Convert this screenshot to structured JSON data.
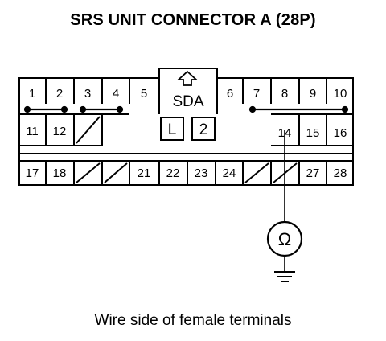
{
  "diagram": {
    "title": "SRS UNIT CONNECTOR A (28P)",
    "caption": "Wire side of female terminals",
    "tab_label": "SDA",
    "lock_marks": [
      "L",
      "2"
    ],
    "terminals": [
      "1",
      "2",
      "3",
      "4",
      "5",
      "6",
      "7",
      "8",
      "9",
      "10",
      "11",
      "12",
      "14",
      "15",
      "16",
      "17",
      "18",
      "21",
      "22",
      "23",
      "24",
      "27",
      "28"
    ],
    "meter_symbol": "Ω"
  }
}
